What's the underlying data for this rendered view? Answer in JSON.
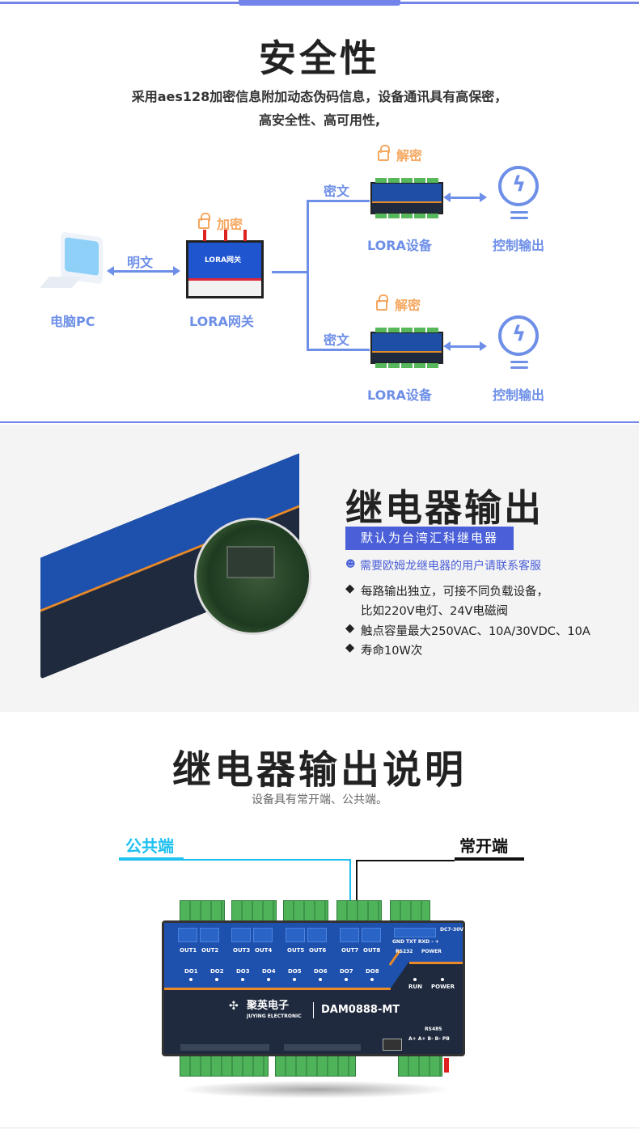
{
  "security": {
    "title": "安全性",
    "desc_line1": "采用aes128加密信息附加动态伪码信息，设备通讯具有高保密，",
    "desc_line2": "高安全性、高可用性,",
    "diagram": {
      "pc_label": "电脑PC",
      "plain_label": "明文",
      "encrypt_label": "加密",
      "gateway_label": "LORA网关",
      "gateway_screen_text": "LORA网关",
      "branches": [
        {
          "cipher_label": "密文",
          "decrypt_label": "解密",
          "device_label": "LORA设备",
          "output_label": "控制输出"
        },
        {
          "cipher_label": "密文",
          "decrypt_label": "解密",
          "device_label": "LORA设备",
          "output_label": "控制输出"
        }
      ]
    }
  },
  "relay": {
    "title": "继电器输出",
    "badge": "默认为台湾汇科继电器",
    "note": "需要欧姆龙继电器的用户请联系客服",
    "bullets": [
      {
        "line1": "每路输出独立，可接不同负载设备，",
        "line2": "比如220V电灯、24V电磁阀"
      },
      {
        "line1": "触点容量最大250VAC、10A/30VDC、10A"
      },
      {
        "line1": "寿命10W次"
      }
    ]
  },
  "relay_desc": {
    "title": "继电器输出说明",
    "subtitle": "设备具有常开端、公共端。",
    "common_label": "公共端",
    "no_label": "常开端",
    "device": {
      "outs": [
        "OUT1",
        "OUT2",
        "OUT3",
        "OUT4",
        "OUT5",
        "OUT6",
        "OUT7",
        "OUT8"
      ],
      "dos": [
        "DO1",
        "DO2",
        "DO3",
        "DO4",
        "DO5",
        "DO6",
        "DO7",
        "DO8"
      ],
      "rs232_pins": "GND TXT RXD  -  +",
      "rs232": "RS232",
      "power_header": "POWER",
      "dc": "DC7-30V",
      "run": "RUN",
      "power": "POWER",
      "brand": "聚英电子",
      "brand_en": "JUYING ELECTRONIC",
      "model": "DAM0888-MT",
      "rs485": "RS485",
      "rs485_pins": "A+ A+ B- B- PB"
    }
  },
  "colors": {
    "accent": "#7283ea",
    "diagram_blue": "#6e8fe8",
    "orange": "#f5a860",
    "badge": "#4a5fd8",
    "cyan": "#1ec0f0"
  }
}
